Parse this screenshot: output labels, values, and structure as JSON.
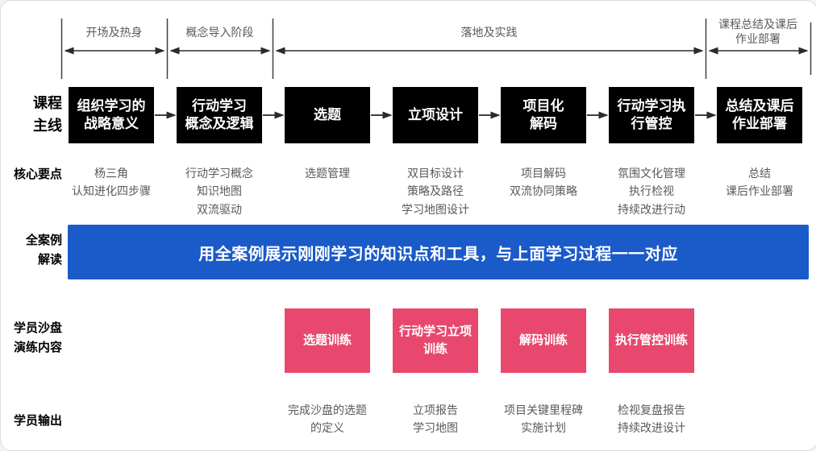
{
  "colors": {
    "banner_blue": "#1A5AC9",
    "training_pink": "#E8486E",
    "box_black": "#000000",
    "muted_text": "#595959"
  },
  "timeline": {
    "segments": [
      {
        "label": "开场及热身"
      },
      {
        "label": "概念导入阶段"
      },
      {
        "label": "落地及实践"
      },
      {
        "label": "课程总结及课后\n作业部署"
      }
    ]
  },
  "row_labels": {
    "main": "课程\n主线",
    "core": "核心要点",
    "case": "全案例\n解读",
    "practice": "学员沙盘\n演练内容",
    "output": "学员输出"
  },
  "main_boxes": [
    "组织学习的\n战略意义",
    "行动学习\n概念及逻辑",
    "选题",
    "立项设计",
    "项目化\n解码",
    "行动学习执\n行管控",
    "总结及课后\n作业部署"
  ],
  "core_points": [
    "杨三角\n认知进化四步骤",
    "行动学习概念\n知识地图\n双流驱动",
    "选题管理",
    "双目标设计\n策略及路径\n学习地图设计",
    "项目解码\n双流协同策略",
    "氛围文化管理\n执行检视\n持续改进行动",
    "总结\n课后作业部署"
  ],
  "case_banner": "用全案例展示刚刚学习的知识点和工具，与上面学习过程一一对应",
  "training_boxes": [
    "选题训练",
    "行动学习立项\n训练",
    "解码训练",
    "执行管控训练"
  ],
  "outputs": [
    "完成沙盘的选题\n的定义",
    "立项报告\n学习地图",
    "项目关键里程碑\n实施计划",
    "检视复盘报告\n持续改进设计"
  ]
}
